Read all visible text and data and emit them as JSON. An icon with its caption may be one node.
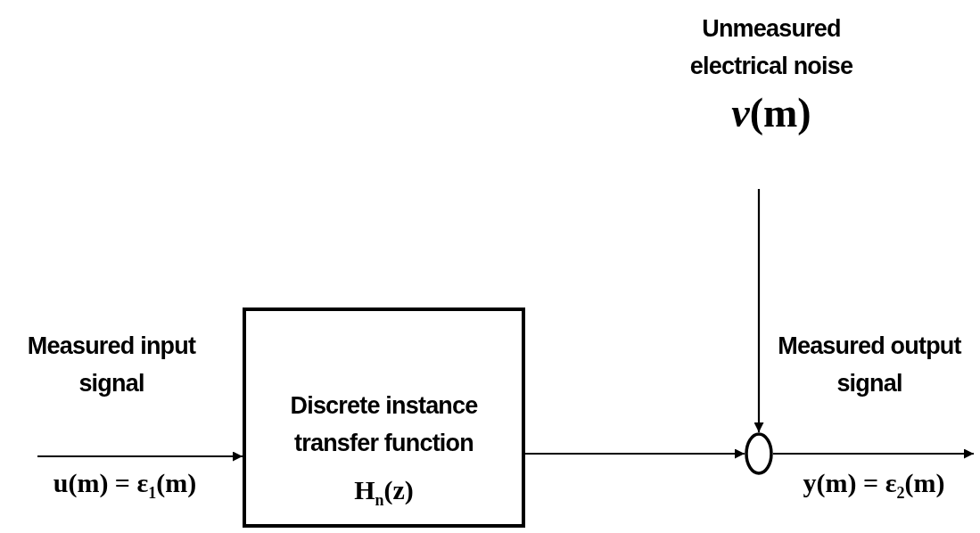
{
  "diagram": {
    "nodes": [
      {
        "text": [
          "Discrete instance transfer function",
          "H$_{n}$(z)"
        ]
      },
      {
        "text": [
          "Unmeasured electrical noise",
          "*v*(m)"
        ]
      },
      {
        "text": [],
        "shape": "circle"
      }
    ],
    "edges": [
      {
        "from": null,
        "to": 0,
        "arrow": "to"
      },
      {
        "from": 0,
        "to": 2,
        "arrow": "to"
      },
      {
        "from": 1,
        "to": 2,
        "arrow": "to"
      },
      {
        "from": 2,
        "to": null,
        "arrow": "to"
      }
    ],
    "labels": [
      "Measured input signal",
      "u(m) = ε$_{1}$(m)",
      "Measured output signal",
      "y(m) = ε$_{2}$(m)"
    ]
  }
}
